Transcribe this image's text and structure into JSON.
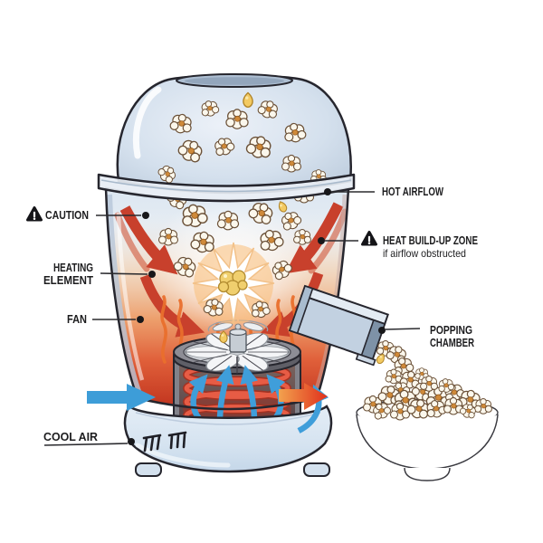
{
  "labels": {
    "caution": "CAUTION",
    "heating_element": {
      "line1": "HEATING",
      "line2": "ELEMENT"
    },
    "fan": "FAN",
    "cool_air": "COOL AIR",
    "hot_airflow": "HOT AIRFLOW",
    "heat_buildup": {
      "title": "HEAT BUILD-UP ZONE",
      "subtitle": "if airflow obstructed"
    },
    "popping_chamber": {
      "line1": "POPPING",
      "line2": "CHAMBER"
    }
  },
  "icons": {
    "caution_icon": "warning-triangle",
    "heat_buildup_icon": "warning-triangle"
  },
  "colors": {
    "background": "#ffffff",
    "label_text": "#1c1c1e",
    "machine_glass_blue": "#d7e1ee",
    "hot_airflow_red": "#c8402c",
    "deep_heat_red": "#c23a22",
    "flame_orange": "#e96f2d",
    "heating_coil_red": "#e75c45",
    "cool_air_blue": "#3f9eda",
    "base_blue": "#dce8f3",
    "popcorn_white": "#fbf7ec",
    "kernel_gold": "#f0cf6e"
  }
}
